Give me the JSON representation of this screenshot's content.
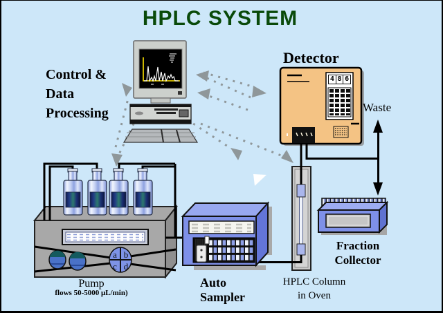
{
  "title": "HPLC SYSTEM",
  "colors": {
    "background": "#cde7f9",
    "title_green": "#0a4a0a",
    "detector_tan": "#f4c384",
    "device_blue": "#7e90e8",
    "device_blue_top": "#98a8f0",
    "device_blue_side": "#6375d8",
    "pump_gray": "#a8a8a8",
    "comm_arrow_gray": "#8f979a",
    "chromatogram_axis_yellow": "#ffe400",
    "tube_black": "#000000"
  },
  "computer": {
    "label": "Control &\nData\nProcessing"
  },
  "detector": {
    "label": "Detector",
    "display": "486",
    "display_digits": [
      "4",
      "8",
      "6"
    ]
  },
  "waste": {
    "label": "Waste"
  },
  "pump": {
    "label": "Pump",
    "flow_label": "flows 50-5000 μL/min)",
    "dial": [
      "a",
      "b",
      "c",
      "d"
    ]
  },
  "autosampler": {
    "label": "Auto\nSampler"
  },
  "column": {
    "label": "HPLC Column\nin Oven"
  },
  "fraction_collector": {
    "label": "Fraction\nCollector"
  }
}
